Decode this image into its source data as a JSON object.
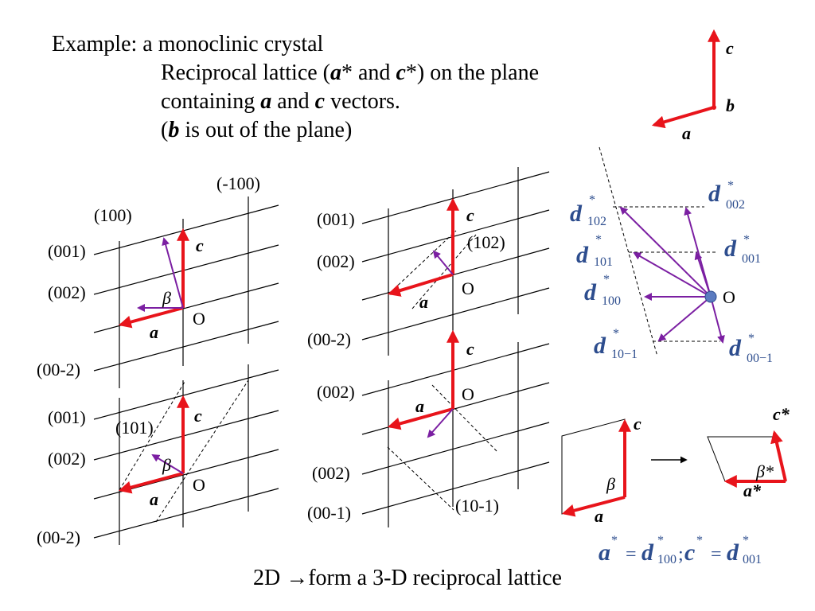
{
  "title": {
    "line1": "Example: a monoclinic crystal",
    "line2": "Reciprocal lattice (a* and c*) on the plane",
    "line3": "containing a and c vectors.",
    "line4": "(b is out of the plane)"
  },
  "axes_inset": {
    "c": "c",
    "b": "b",
    "a": "a"
  },
  "panel_a": {
    "minus100": "(-100)",
    "p100": "(100)",
    "p001": "(001)",
    "p002": "(002)",
    "m002": "(00-2)",
    "c": "c",
    "a": "a",
    "beta": "β",
    "origin": "O"
  },
  "panel_b": {
    "p101": "(101)",
    "p001": "(001)",
    "p002": "(002)",
    "m002": "(00-2)",
    "c": "c",
    "a": "a",
    "beta": "β",
    "origin": "O"
  },
  "panel_c": {
    "p001": "(001)",
    "p002": "(002)",
    "p102": "(102)",
    "m002": "(00-2)",
    "c": "c",
    "a": "a",
    "origin": "O"
  },
  "panel_d": {
    "p002": "(002)",
    "p002b": "(002)",
    "m001": "(00-1)",
    "p10m1": "(10-1)",
    "c": "c",
    "a": "a",
    "origin": "O"
  },
  "reciprocal_panel": {
    "d102": "102",
    "d002": "002",
    "d101": "101",
    "d001": "001",
    "d100": "100",
    "d10m1": "10−1",
    "d00m1": "00−1",
    "origin": "O"
  },
  "cell_transform": {
    "c": "c",
    "a": "a",
    "beta": "β",
    "cstar": "c*",
    "astar": "a*",
    "betastar": "β*"
  },
  "equation": {
    "lhs_a": "a",
    "sub1": "100",
    "lhs_c": "c",
    "sub2": "001"
  },
  "footer": "2D →form a 3-D reciprocal lattice",
  "colors": {
    "vector": "#e8141b",
    "reciprocal": "#7b1fa2",
    "label_blue": "#2d4d8e",
    "origin_dot": "#5b7bc0"
  }
}
